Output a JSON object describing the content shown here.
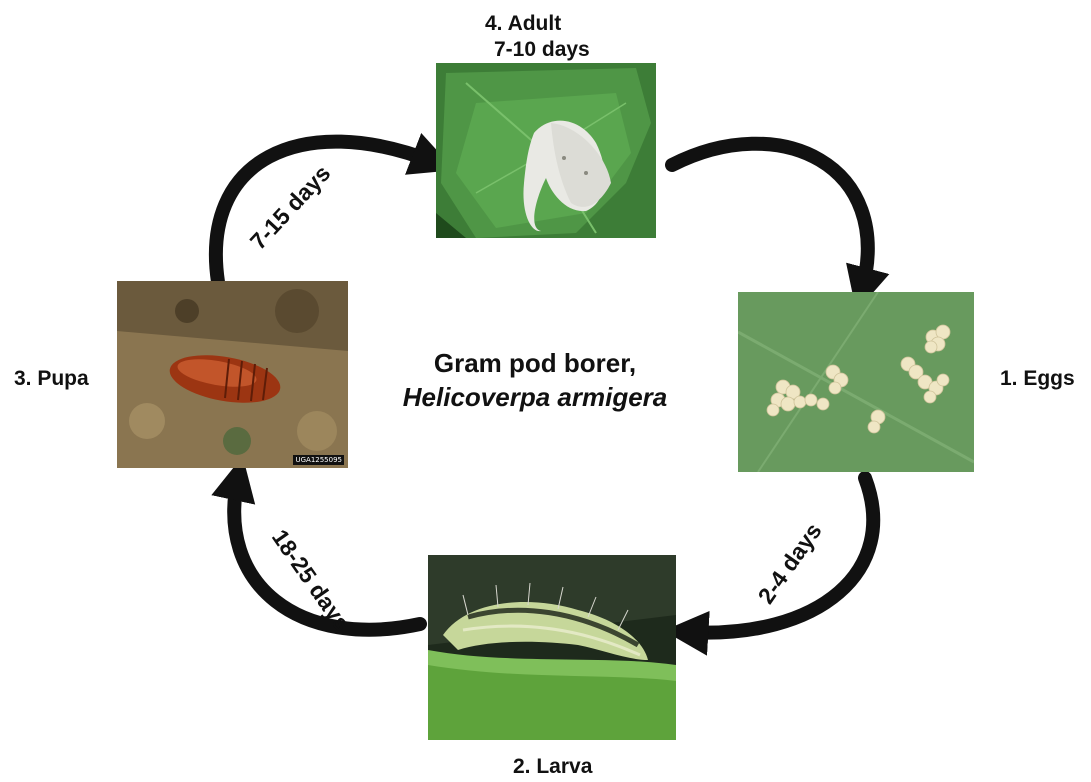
{
  "diagram": {
    "title": "Gram pod borer,",
    "scientific_name": "Helicoverpa armigera",
    "stages": [
      {
        "name": "1. Eggs"
      },
      {
        "name": "2. Larva"
      },
      {
        "name": "3. Pupa"
      },
      {
        "name": "4. Adult",
        "duration": "7-10 days"
      }
    ],
    "transitions": [
      {
        "label": "2-4 days"
      },
      {
        "label": "18-25 days"
      },
      {
        "label": "7-15 days"
      }
    ],
    "photo_credit": "UGA1255095",
    "colors": {
      "arrow": "#111111",
      "text": "#111111",
      "background": "#ffffff"
    }
  }
}
